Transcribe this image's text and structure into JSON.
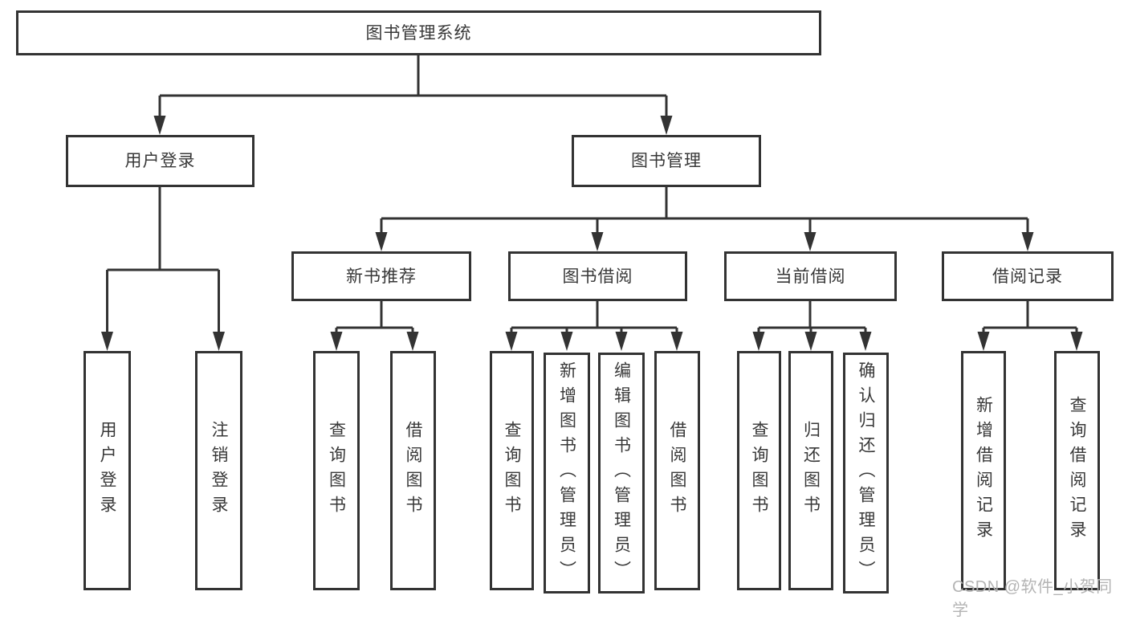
{
  "diagram": {
    "title": "图书管理系统",
    "type": "tree",
    "nodes": [
      {
        "id": "root",
        "label": "图书管理系统",
        "level": 1,
        "parent": null
      },
      {
        "id": "user-login",
        "label": "用户登录",
        "level": 2,
        "parent": "root"
      },
      {
        "id": "book-mgmt",
        "label": "图书管理",
        "level": 2,
        "parent": "root"
      },
      {
        "id": "new-book-rec",
        "label": "新书推荐",
        "level": 3,
        "parent": "book-mgmt"
      },
      {
        "id": "book-borrow",
        "label": "图书借阅",
        "level": 3,
        "parent": "book-mgmt"
      },
      {
        "id": "current-borrow",
        "label": "当前借阅",
        "level": 3,
        "parent": "book-mgmt"
      },
      {
        "id": "borrow-records",
        "label": "借阅记录",
        "level": 3,
        "parent": "book-mgmt"
      },
      {
        "id": "leaf-user-login",
        "label": "用户登录",
        "level": 4,
        "parent": "user-login"
      },
      {
        "id": "leaf-logout",
        "label": "注销登录",
        "level": 4,
        "parent": "user-login"
      },
      {
        "id": "leaf-query-book-1",
        "label": "查询图书",
        "level": 4,
        "parent": "new-book-rec"
      },
      {
        "id": "leaf-borrow-book-1",
        "label": "借阅图书",
        "level": 4,
        "parent": "new-book-rec"
      },
      {
        "id": "leaf-query-book-2",
        "label": "查询图书",
        "level": 4,
        "parent": "book-borrow"
      },
      {
        "id": "leaf-add-book",
        "label": "新增图书（管理员）",
        "level": 4,
        "parent": "book-borrow"
      },
      {
        "id": "leaf-edit-book",
        "label": "编辑图书（管理员）",
        "level": 4,
        "parent": "book-borrow"
      },
      {
        "id": "leaf-borrow-book-2",
        "label": "借阅图书",
        "level": 4,
        "parent": "book-borrow"
      },
      {
        "id": "leaf-query-book-3",
        "label": "查询图书",
        "level": 4,
        "parent": "current-borrow"
      },
      {
        "id": "leaf-return-book",
        "label": "归还图书",
        "level": 4,
        "parent": "current-borrow"
      },
      {
        "id": "leaf-confirm-return",
        "label": "确认归还（管理员）",
        "level": 4,
        "parent": "current-borrow"
      },
      {
        "id": "leaf-add-borrow-record",
        "label": "新增借阅记录",
        "level": 4,
        "parent": "borrow-records"
      },
      {
        "id": "leaf-query-borrow-record",
        "label": "查询借阅记录",
        "level": 4,
        "parent": "borrow-records"
      }
    ]
  },
  "watermark": "CSDN @软件_小贺同学",
  "colors": {
    "line": "#333333",
    "box_border": "#333333",
    "text": "#383838",
    "background": "#ffffff",
    "watermark": "#b4b4b4"
  }
}
